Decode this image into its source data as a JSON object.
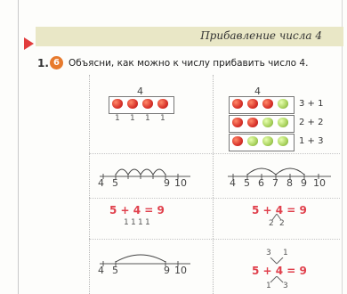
{
  "header": {
    "title": "Прибавление числа 4"
  },
  "task": {
    "number": "1.",
    "badge": "6",
    "instruction": "Объясни, как можно к числу прибавить число 4."
  },
  "left_panel": {
    "top_label": "4",
    "ones": [
      "1",
      "1",
      "1",
      "1"
    ],
    "axis_labels": [
      "4",
      "5",
      "9",
      "10"
    ],
    "expression": "5 + 4 = 9",
    "split": [
      "1",
      "1",
      "1",
      "1"
    ],
    "bottom_axis_labels": [
      "4",
      "5",
      "9",
      "10"
    ]
  },
  "right_panel": {
    "top_label": "4",
    "sums": [
      "3 + 1",
      "2 + 2",
      "1 + 3"
    ],
    "axis_labels": [
      "4",
      "5",
      "6",
      "7",
      "8",
      "9",
      "10"
    ],
    "expression": "5 + 4 = 9",
    "split": [
      "2",
      "2"
    ],
    "bottom_expression": "5 + 4 = 9",
    "top_split": [
      "3",
      "1"
    ],
    "bottom_split": [
      "1",
      "3"
    ]
  },
  "colors": {
    "accent_red": "#e0404c",
    "apple_red": "#d8322a",
    "apple_green": "#a8d15c",
    "badge": "#e77a2d",
    "header_band": "#e9e7c6"
  }
}
